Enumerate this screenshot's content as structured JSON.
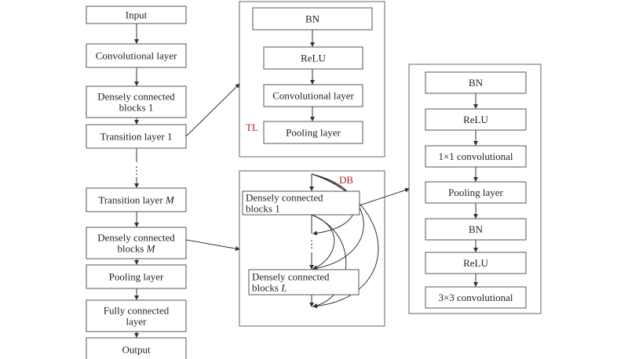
{
  "left_column": {
    "nodes": [
      {
        "id": "input",
        "lines": [
          "Input"
        ]
      },
      {
        "id": "conv",
        "lines": [
          "Convolutional layer"
        ]
      },
      {
        "id": "db1",
        "lines": [
          "Densely connected",
          "blocks 1"
        ]
      },
      {
        "id": "tl1",
        "lines": [
          "Transition layer 1"
        ]
      },
      {
        "id": "tlm",
        "lines": [
          "Transition layer M"
        ],
        "italic_suffix": "M"
      },
      {
        "id": "dbm",
        "lines": [
          "Densely connected",
          "blocks M"
        ],
        "italic_suffix": "M"
      },
      {
        "id": "pool",
        "lines": [
          "Pooling layer"
        ]
      },
      {
        "id": "fc",
        "lines": [
          "Fully connected",
          "layer"
        ]
      },
      {
        "id": "output",
        "lines": [
          "Output"
        ]
      }
    ],
    "ellipsis": "⋮"
  },
  "transition_panel": {
    "label": "TL",
    "nodes": [
      {
        "id": "bn",
        "lines": [
          "BN"
        ]
      },
      {
        "id": "relu",
        "lines": [
          "ReLU"
        ]
      },
      {
        "id": "conv",
        "lines": [
          "Convolutional layer"
        ]
      },
      {
        "id": "pool",
        "lines": [
          "Pooling layer"
        ]
      }
    ]
  },
  "dense_panel": {
    "label": "DB",
    "nodes": [
      {
        "id": "db1",
        "lines": [
          "Densely connected",
          "blocks 1"
        ]
      },
      {
        "id": "dbl",
        "lines": [
          "Densely connected",
          "blocks L"
        ],
        "italic_suffix": "L"
      }
    ],
    "ellipsis": "⋮"
  },
  "block_panel": {
    "nodes": [
      {
        "id": "bn1",
        "lines": [
          "BN"
        ]
      },
      {
        "id": "relu1",
        "lines": [
          "ReLU"
        ]
      },
      {
        "id": "conv1x1",
        "lines": [
          "1×1 convolutional"
        ]
      },
      {
        "id": "pool",
        "lines": [
          "Pooling layer"
        ]
      },
      {
        "id": "bn2",
        "lines": [
          "BN"
        ]
      },
      {
        "id": "relu2",
        "lines": [
          "ReLU"
        ]
      },
      {
        "id": "conv3x3",
        "lines": [
          "3×3 convolutional"
        ]
      }
    ]
  },
  "colors": {
    "accent_label": "#b22222",
    "stroke": "#555555"
  }
}
